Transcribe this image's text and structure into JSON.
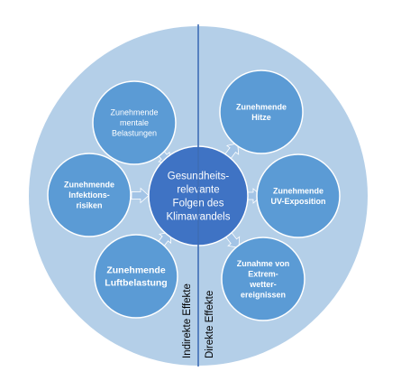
{
  "colors": {
    "background": "#ffffff",
    "outer_circle": "#b4cfe8",
    "node_fill": "#5b9bd5",
    "center_fill": "#3f73c4",
    "node_stroke": "#ffffff",
    "arrow_fill": "#a3c4e6",
    "divider": "#3f6db5",
    "node_text": "#ffffff",
    "label_text": "#000000"
  },
  "center": {
    "lines": [
      "Gesundheits-",
      "relevante",
      "Folgen des",
      "Klimawandels"
    ]
  },
  "labels": {
    "indirect": "Indirekte Effekte",
    "direct": "Direkte Effekte"
  },
  "nodes": [
    {
      "id": "mentale-belastungen",
      "side": "indirect",
      "bold": false,
      "lines": [
        "Zunehmende",
        "mentale",
        "Belastungen"
      ]
    },
    {
      "id": "infektionsrisiken",
      "side": "indirect",
      "bold": true,
      "lines": [
        "Zunehmende",
        "Infektions-",
        "risiken"
      ]
    },
    {
      "id": "luftbelastung",
      "side": "indirect",
      "bold": true,
      "lines": [
        "Zunehmende",
        "Luftbelastung"
      ]
    },
    {
      "id": "hitze",
      "side": "direct",
      "bold": true,
      "lines": [
        "Zunehmende",
        "Hitze"
      ]
    },
    {
      "id": "uv-exposition",
      "side": "direct",
      "bold": true,
      "lines": [
        "Zunehmende",
        "UV-Exposition"
      ]
    },
    {
      "id": "extremwetterereignissen",
      "side": "direct",
      "bold": true,
      "lines": [
        "Zunahme von",
        "Extrem-",
        "wetter-",
        "ereignissen"
      ]
    }
  ]
}
